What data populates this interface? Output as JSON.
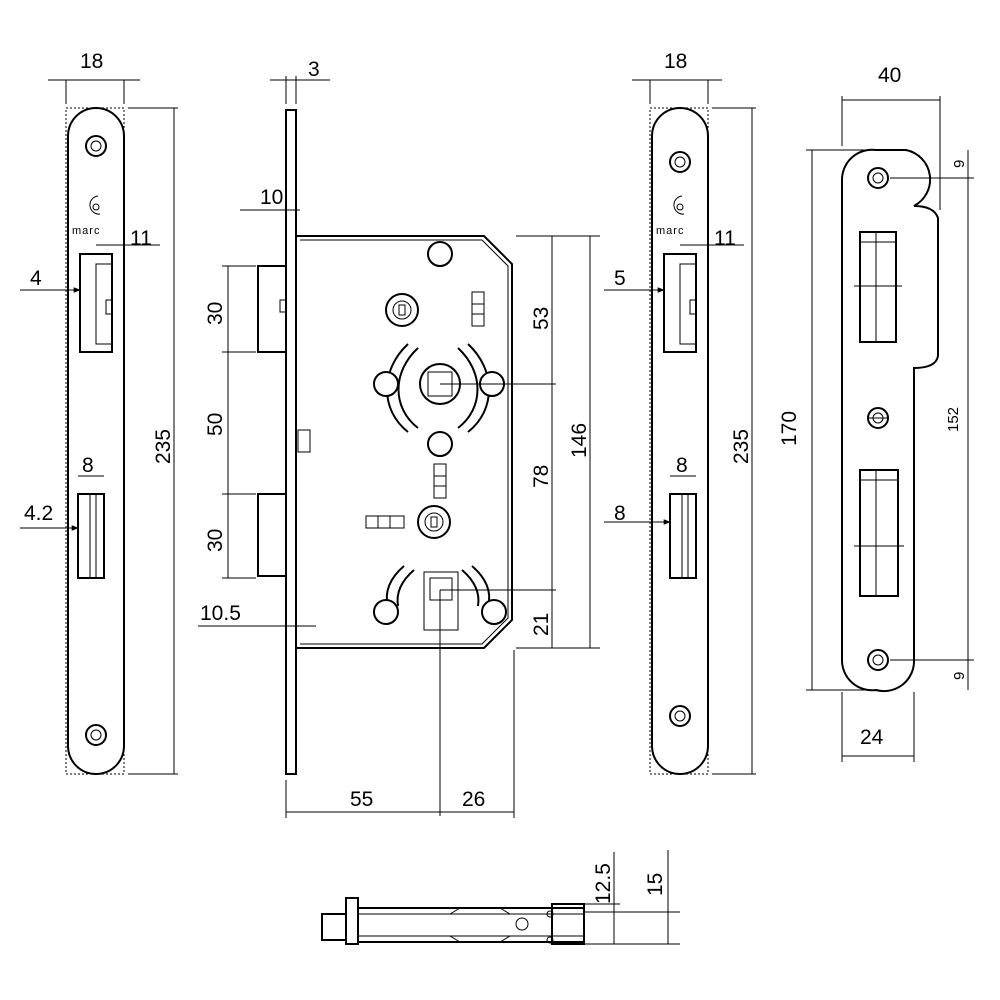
{
  "brand": "marc",
  "faceplate_left": {
    "width": "18",
    "latch_offset": "11",
    "latch_depth": "4",
    "height": "235",
    "bolt_width": "8",
    "bolt_depth": "4.2"
  },
  "lock_body": {
    "plate_thickness": "3",
    "edge_offset": "10",
    "latch_height": "30",
    "gap": "50",
    "bolt_height": "30",
    "bottom_offset": "10.5",
    "top_to_handle": "53",
    "handle_to_bolt": "78",
    "body_height": "146",
    "bottom": "21",
    "backset": "55",
    "rear": "26"
  },
  "faceplate_right": {
    "width": "18",
    "latch_offset": "11",
    "latch_depth": "5",
    "height": "235",
    "bolt_width": "8",
    "bolt_depth": "8"
  },
  "strike_plate": {
    "width": "40",
    "top_margin": "9",
    "height": "170",
    "screw_spacing": "152",
    "bottom_margin": "9",
    "inner_width": "24"
  },
  "side_view": {
    "thickness_inner": "12.5",
    "thickness_outer": "15"
  }
}
